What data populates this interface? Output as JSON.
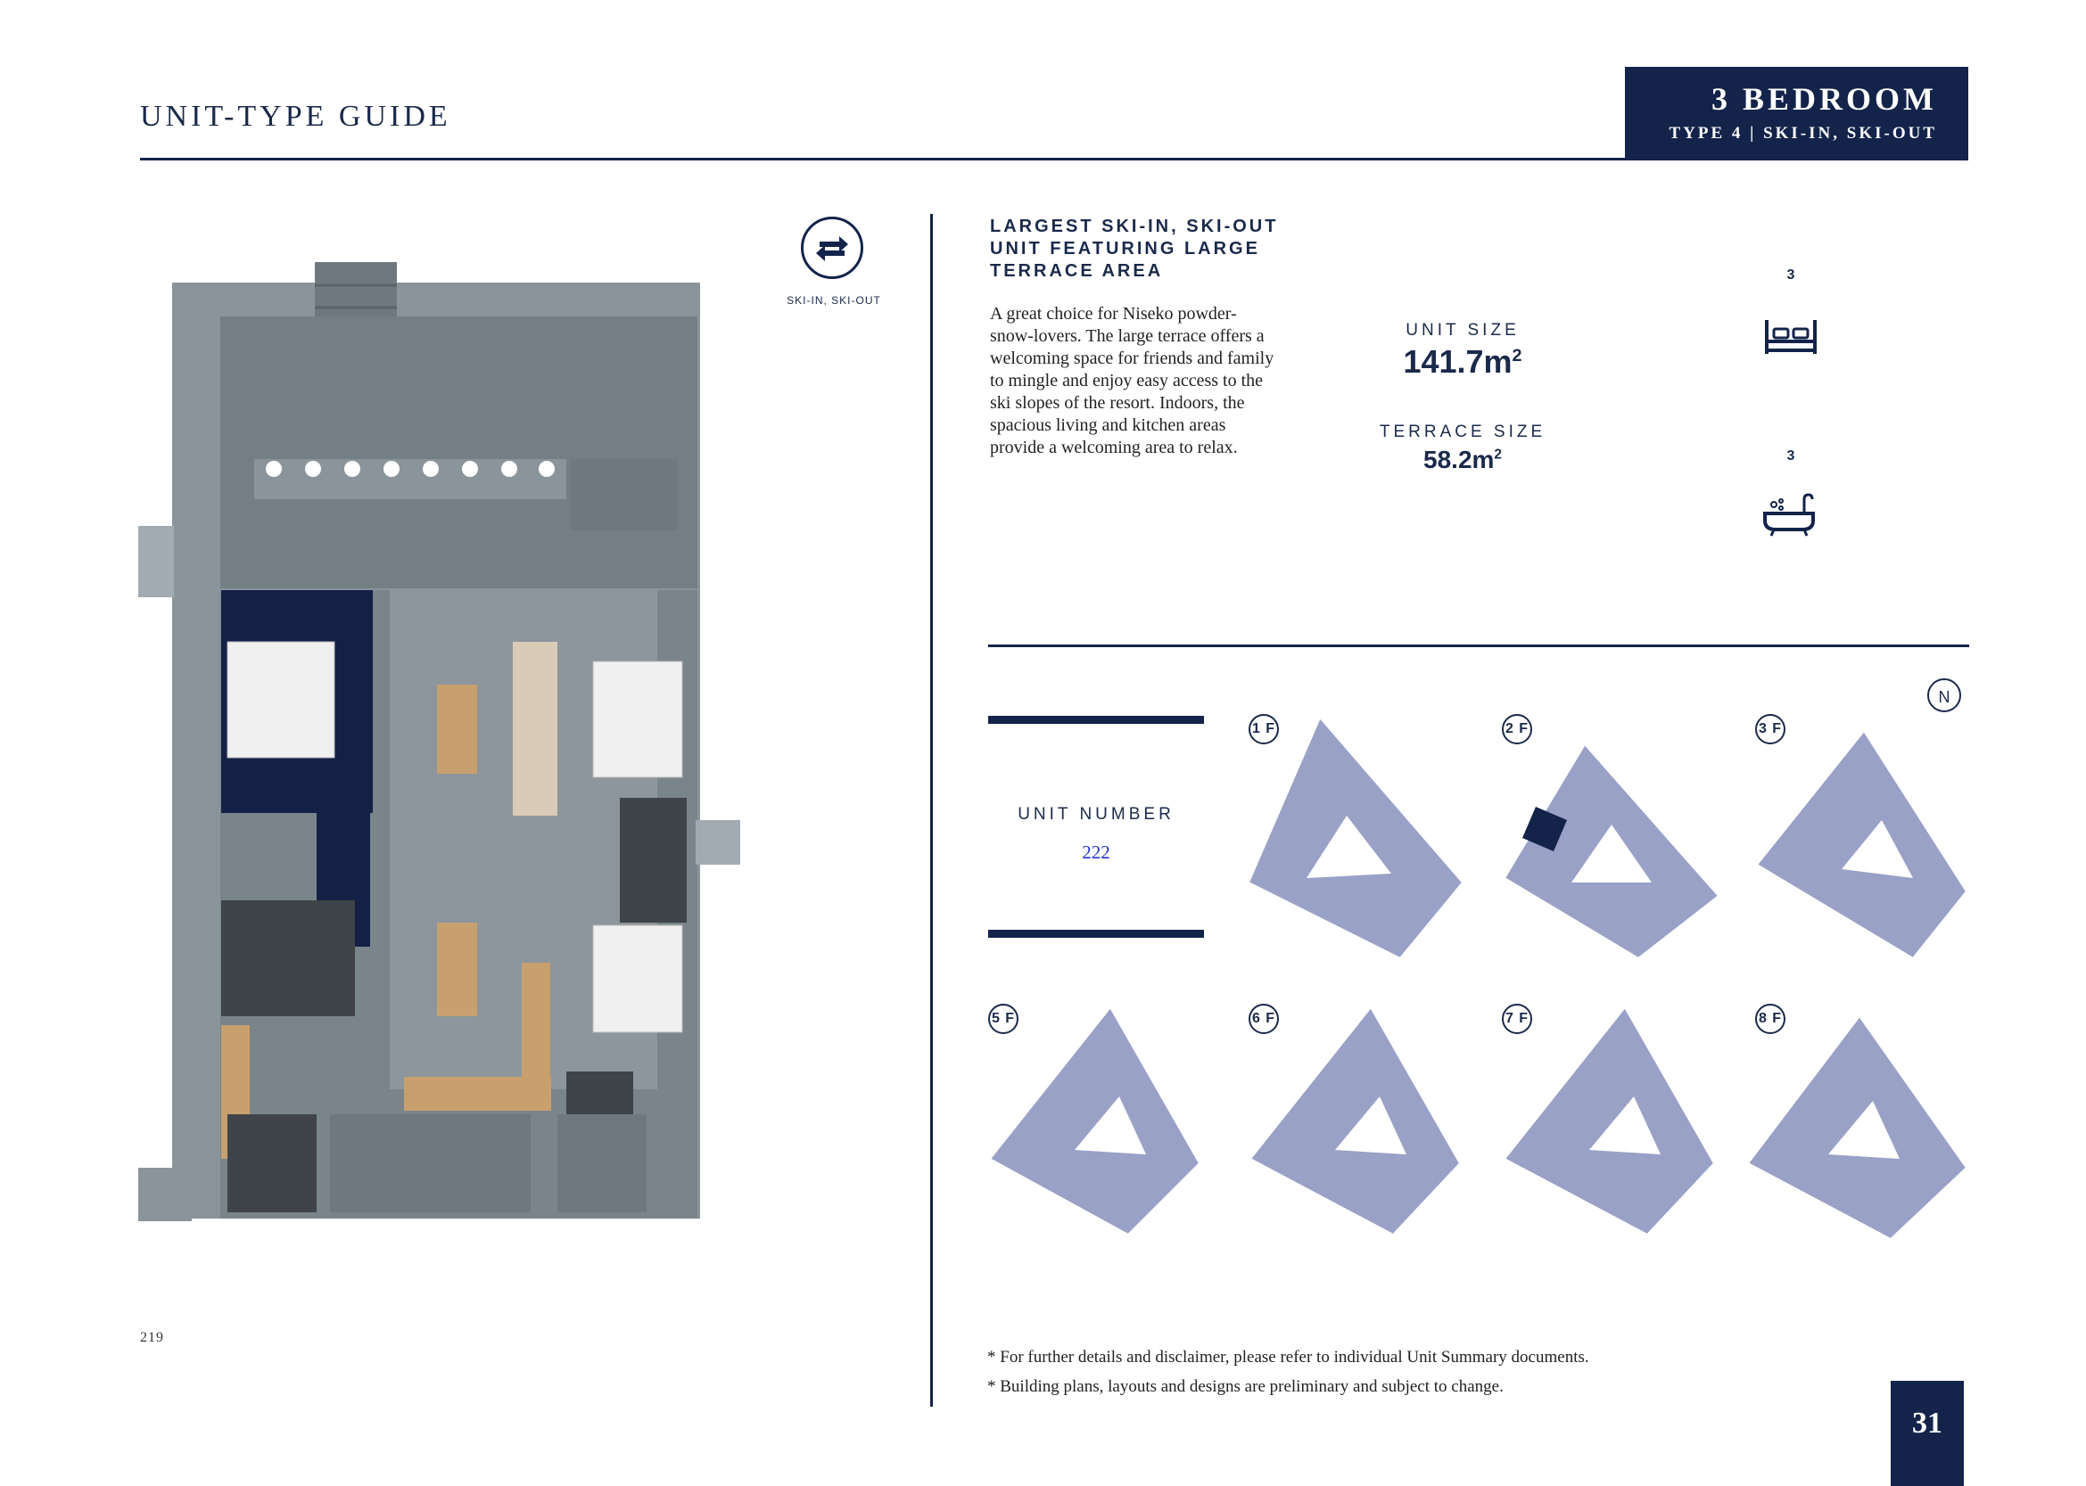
{
  "header": {
    "title": "UNIT-TYPE GUIDE",
    "box_title": "3 BEDROOM",
    "box_subtitle": "TYPE 4 | SKI-IN, SKI-OUT"
  },
  "feature": {
    "icon": "swap-arrows-icon",
    "label": "SKI-IN, SKI-OUT"
  },
  "headline": "LARGEST SKI-IN, SKI-OUT UNIT FEATURING LARGE TERRACE AREA",
  "description": "A great choice for Niseko powder-snow-lovers. The large terrace offers a welcoming space for friends and family to mingle and enjoy easy access to the ski slopes of the resort. Indoors, the spacious living and kitchen areas provide a welcoming area to relax.",
  "sizes": {
    "unit_label": "UNIT SIZE",
    "unit_value": "141.7m",
    "unit_sup": "2",
    "terrace_label": "TERRACE SIZE",
    "terrace_value": "58.2m",
    "terrace_sup": "2"
  },
  "amenities": {
    "bedrooms": "3",
    "bedroom_icon": "bed-icon",
    "bathrooms": "3",
    "bathroom_icon": "bathtub-icon"
  },
  "unit": {
    "label": "UNIT NUMBER",
    "number": "222"
  },
  "north_label": "N",
  "floors": [
    "1 F",
    "2 F",
    "3 F",
    "5 F",
    "6 F",
    "7 F",
    "8 F"
  ],
  "plan_number": "219",
  "disclaimers": [
    "* For further details and disclaimer, please refer to individual Unit Summary documents.",
    "* Building plans, layouts and designs are preliminary and subject to change."
  ],
  "page_number": "31",
  "colors": {
    "navy": "#13234a",
    "keyplan": "#9aa1c6",
    "highlight": "#13234a",
    "plan_gray": "#7f8a91"
  }
}
